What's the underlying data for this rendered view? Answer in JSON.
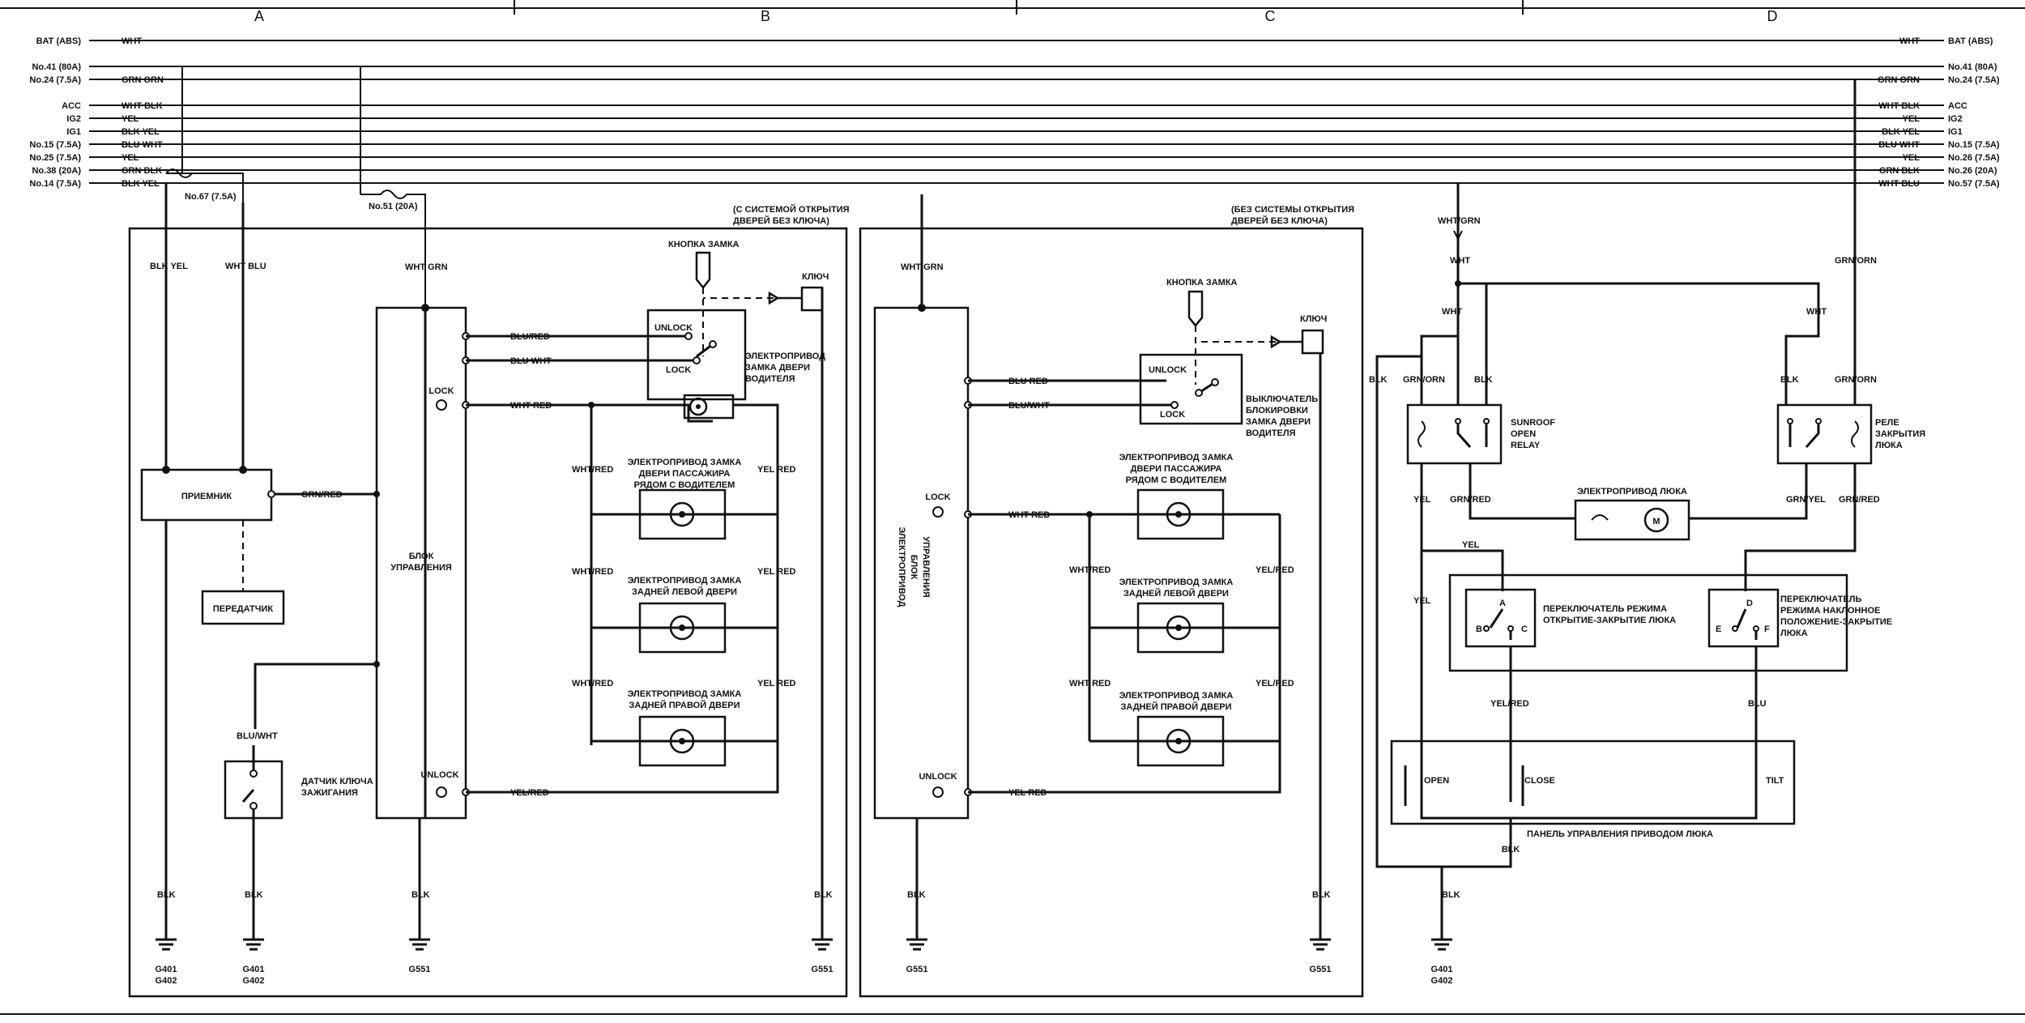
{
  "columns": [
    "A",
    "B",
    "C",
    "D"
  ],
  "rails_left": [
    {
      "name": "BAT (ABS)",
      "wire": "WHT"
    },
    {
      "name": "No.41 (80A)",
      "wire": ""
    },
    {
      "name": "No.24 (7.5A)",
      "wire": "GRN ORN"
    },
    {
      "name": "ACC",
      "wire": "WHT BLK"
    },
    {
      "name": "IG2",
      "wire": "YEL"
    },
    {
      "name": "IG1",
      "wire": "BLK YEL"
    },
    {
      "name": "No.15 (7.5A)",
      "wire": "BLU WHT"
    },
    {
      "name": "No.25 (7.5A)",
      "wire": "YEL"
    },
    {
      "name": "No.38 (20A)",
      "wire": "GRN BLK"
    },
    {
      "name": "No.14 (7.5A)",
      "wire": "BLK YEL"
    }
  ],
  "rails_right": [
    {
      "name": "BAT (ABS)",
      "wire": "WHT"
    },
    {
      "name": "No.41 (80A)",
      "wire": ""
    },
    {
      "name": "No.24 (7.5A)",
      "wire": "GRN ORN"
    },
    {
      "name": "ACC",
      "wire": "WHT BLK"
    },
    {
      "name": "IG2",
      "wire": "YEL"
    },
    {
      "name": "IG1",
      "wire": "BLK YEL"
    },
    {
      "name": "No.15 (7.5A)",
      "wire": "BLU WHT"
    },
    {
      "name": "No.26 (7.5A)",
      "wire": "YEL"
    },
    {
      "name": "No.26 (20A)",
      "wire": "GRN BLK"
    },
    {
      "name": "No.57 (7.5A)",
      "wire": "WHT BLU"
    }
  ],
  "fuses": {
    "f67": "No.67 (7.5A)",
    "f51": "No.51 (20A)"
  },
  "sectionA": {
    "w_blkyel": "BLK YEL",
    "w_whtblu": "WHT BLU",
    "receiver": "ПРИЕМНИК",
    "transmitter": "ПЕРЕДАТЧИК",
    "w_bluwht": "BLU/WHT",
    "key_sensor": [
      "ДАТЧИК КЛЮЧА",
      "ЗАЖИГАНИЯ"
    ],
    "w_blk1": "BLK",
    "w_blk2": "BLK",
    "g1": "G401",
    "g1b": "G402",
    "g2": "G401",
    "g2b": "G402"
  },
  "sectionB": {
    "header": [
      "(С СИСТЕМОЙ ОТКРЫТИЯ",
      "ДВЕРЕЙ БЕЗ КЛЮЧА)"
    ],
    "w_whtgrn": "WHT GRN",
    "w_grnred": "GRN/RED",
    "control": [
      "БЛОК",
      "УПРАВЛЕНИЯ"
    ],
    "lock": "LOCK",
    "unlock": "UNLOCK",
    "w_blured": "BLU/RED",
    "w_bluwht": "BLU WHT",
    "w_whtred": "WHT RED",
    "w_yelred": "YEL/RED",
    "lock_button": "КНОПКА ЗАМКА",
    "key": "КЛЮЧ",
    "sw_unlock": "UNLOCK",
    "sw_lock": "LOCK",
    "driver_actuator": [
      "ЭЛЕКТРОПРИВОД",
      "ЗАМКА ДВЕРИ",
      "ВОДИТЕЛЯ"
    ],
    "act_pass": [
      "ЭЛЕКТРОПРИВОД ЗАМКА",
      "ДВЕРИ ПАССАЖИРА",
      "РЯДОМ С ВОДИТЕЛЕМ"
    ],
    "act_rl": [
      "ЭЛЕКТРОПРИВОД ЗАМКА",
      "ЗАДНЕЙ ЛЕВОЙ ДВЕРИ"
    ],
    "act_rr": [
      "ЭЛЕКТРОПРИВОД ЗАМКА",
      "ЗАДНЕЙ ПРАВОЙ ДВЕРИ"
    ],
    "w_whtred_l1": "WHT/RED",
    "w_whtred_l2": "WHT/RED",
    "w_whtred_l3": "WHT/RED",
    "w_yelred_r1": "YEL RED",
    "w_yelred_r2": "YEL RED",
    "w_yelred_r3": "YEL RED",
    "w_blk_ctrl": "BLK",
    "w_blk_right": "BLK",
    "g_ctrl": "G551",
    "g_right": "G551"
  },
  "sectionC": {
    "header": [
      "(БЕЗ СИСТЕМЫ ОТКРЫТИЯ",
      "ДВЕРЕЙ БЕЗ КЛЮЧА)"
    ],
    "w_whtgrn": "WHT GRN",
    "control": [
      "ЭЛЕКТРОПРИВОД",
      "БЛОК",
      "УПРАВЛЕНИЯ"
    ],
    "lock": "LOCK",
    "unlock": "UNLOCK",
    "w_blured": "BLU RED",
    "w_bluwht": "BLU/WHT",
    "w_whtred": "WHT RED",
    "w_yelred": "YEL RED",
    "lock_button": "КНОПКА ЗАМКА",
    "key": "КЛЮЧ",
    "sw_unlock": "UNLOCK",
    "sw_lock": "LOCK",
    "lock_switch": [
      "ВЫКЛЮЧАТЕЛЬ",
      "БЛОКИРОВКИ",
      "ЗАМКА ДВЕРИ",
      "ВОДИТЕЛЯ"
    ],
    "act_pass": [
      "ЭЛЕКТРОПРИВОД ЗАМКА",
      "ДВЕРИ ПАССАЖИРА",
      "РЯДОМ С ВОДИТЕЛЕМ"
    ],
    "act_rl": [
      "ЭЛЕКТРОПРИВОД ЗАМКА",
      "ЗАДНЕЙ ЛЕВОЙ ДВЕРИ"
    ],
    "act_rr": [
      "ЭЛЕКТРОПРИВОД ЗАМКА",
      "ЗАДНЕЙ ПРАВОЙ ДВЕРИ"
    ],
    "w_whtred_l1": "WHT/RED",
    "w_whtred_l2": "WHT RED",
    "w_yelred_r1": "YEL/RED",
    "w_yelred_r2": "YEL/RED",
    "w_blk_ctrl": "BLK",
    "w_blk_right": "BLK",
    "g_ctrl": "G551",
    "g_right": "G551"
  },
  "sectionD": {
    "w_whtgrn": "WHT/GRN",
    "w_wht1": "WHT",
    "w_wht2": "WHT",
    "w_wht3": "WHT",
    "w_grnorn_top": "GRN/ORN",
    "w_blk_left": "BLK",
    "w_grnorn_l": "GRN/ORN",
    "w_blk_l": "BLK",
    "w_blk_r": "BLK",
    "w_grnorn_r": "GRN/ORN",
    "open_relay": [
      "SUNROOF",
      "OPEN",
      "RELAY"
    ],
    "close_relay": [
      "РЕЛЕ",
      "ЗАКРЫТИЯ",
      "ЛЮКА"
    ],
    "w_yel1": "YEL",
    "w_grnred_l": "GRN/RED",
    "w_grnyel": "GRN/YEL",
    "w_grnred_r": "GRN/RED",
    "motor": "ЭЛЕКТРОПРИВОД ЛЮКА",
    "motor_m": "M",
    "w_yel2": "YEL",
    "w_yel3": "YEL",
    "switch1": [
      "ПЕРЕКЛЮЧАТЕЛЬ РЕЖИМА",
      "ОТКРЫТИЕ-ЗАКРЫТИЕ ЛЮКА"
    ],
    "switch2": [
      "ПЕРЕКЛЮЧАТЕЛЬ",
      "РЕЖИМА НАКЛОННОЕ",
      "ПОЛОЖЕНИЕ-ЗАКРЫТИЕ",
      "ЛЮКА"
    ],
    "sw1_a": "A",
    "sw1_b": "B",
    "sw1_c": "C",
    "sw2_d": "D",
    "sw2_e": "E",
    "sw2_f": "F",
    "w_yelred": "YEL/RED",
    "w_blu": "BLU",
    "panel_open": "OPEN",
    "panel_close": "CLOSE",
    "panel_tilt": "TILT",
    "panel": "ПАНЕЛЬ УПРАВЛЕНИЯ ПРИВОДОМ ЛЮКА",
    "w_blk_panel": "BLK",
    "w_blk_g": "BLK",
    "g1": "G401",
    "g1b": "G402"
  }
}
